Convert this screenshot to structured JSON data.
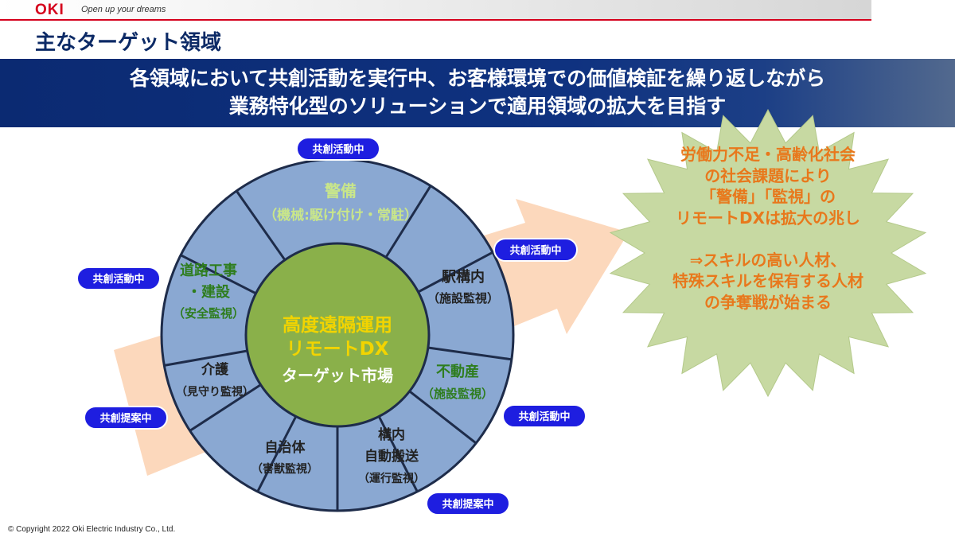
{
  "header": {
    "logo": "OKI",
    "tagline": "Open up your dreams",
    "title": "主なターゲット領域"
  },
  "banner": {
    "line1": "各領域において共創活動を実行中、お客様環境での価値検証を繰り返しながら",
    "line2": "業務特化型のソリューションで適用領域の拡大を目指す"
  },
  "center": {
    "line1": "高度遠隔運用",
    "line2": "リモートDX",
    "line3": "ターゲット市場"
  },
  "segments": {
    "security": {
      "title": "警備",
      "sub": "（機械:駆け付け・常駐）"
    },
    "station": {
      "title": "駅構内",
      "sub": "（施設監視）"
    },
    "realestate": {
      "title": "不動産",
      "sub": "（施設監視）"
    },
    "logistics": {
      "title1": "構内",
      "title2": "自動搬送",
      "sub": "（運行監視）"
    },
    "municipality": {
      "title": "自治体",
      "sub": "（害獣監視）"
    },
    "care": {
      "title": "介護",
      "sub": "（見守り監視）"
    },
    "road": {
      "title1": "道路工事",
      "title2": "・建設",
      "sub": "（安全監視）"
    }
  },
  "badges": {
    "top": "共創活動中",
    "right_upper": "共創活動中",
    "left_upper": "共創活動中",
    "left_lower": "共創提案中",
    "right_lower": "共創活動中",
    "bottom": "共創提案中"
  },
  "burst": {
    "lines": [
      "労働力不足・高齢化社会",
      "の社会課題により",
      "「警備」「監視」の",
      "リモートDXは拡大の兆し",
      "",
      "⇒スキルの高い人材、",
      "特殊スキルを保有する人材",
      "の争奪戦が始まる"
    ]
  },
  "footer": {
    "copyright": "© Copyright  2022 Oki Electric Industry Co., Ltd."
  },
  "colors": {
    "brand_red": "#d5001c",
    "banner_navy": "#0f3280",
    "segment_blue": "#8aa8d2",
    "center_green": "#8ab04a",
    "burst_green": "#c7d9a2",
    "burst_text": "#e8781c",
    "arrow_peach": "#fcd8bc",
    "badge_blue": "#1e1ee0"
  }
}
